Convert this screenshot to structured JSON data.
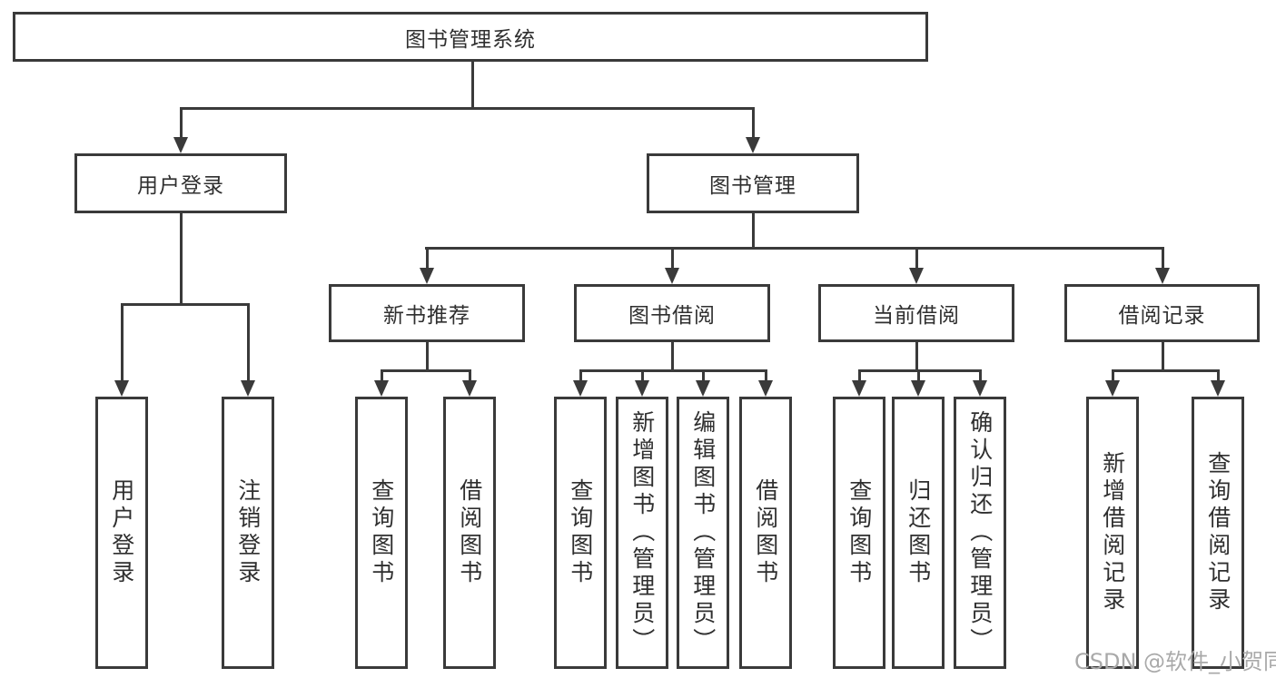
{
  "diagram": {
    "root": {
      "label": "图书管理系统"
    },
    "children": [
      {
        "label": "用户登录",
        "children": [
          "用户登录",
          "注销登录"
        ]
      },
      {
        "label": "图书管理",
        "children": [
          {
            "label": "新书推荐",
            "children": [
              "查询图书",
              "借阅图书"
            ]
          },
          {
            "label": "图书借阅",
            "children": [
              "查询图书",
              "新增图书（管理员）",
              "编辑图书（管理员）",
              "借阅图书"
            ]
          },
          {
            "label": "当前借阅",
            "children": [
              "查询图书",
              "归还图书",
              "确认归还（管理员）"
            ]
          },
          {
            "label": "借阅记录",
            "children": [
              "新增借阅记录",
              "查询借阅记录"
            ]
          }
        ]
      }
    ]
  },
  "watermark": {
    "text": "CSDN @软件_小贺同学"
  },
  "colors": {
    "line": "#3a3a3a",
    "text": "#2f2f2f",
    "background": "#ffffff",
    "watermark": "#a9a9a9"
  }
}
